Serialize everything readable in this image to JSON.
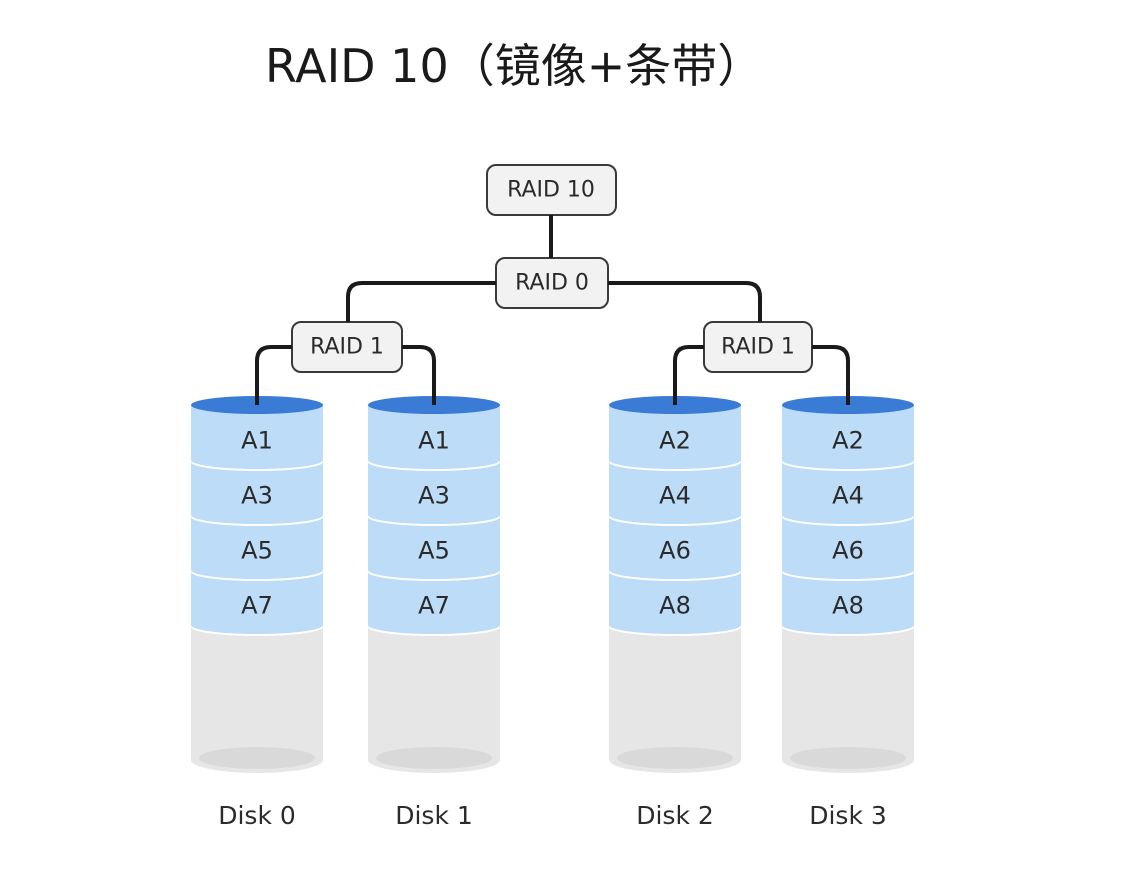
{
  "title": "RAID 10（镜像+条带）",
  "colors": {
    "disk_top": "#3a7bd5",
    "segment_fill": "#bcdcf7",
    "segment_separator": "#ffffff",
    "empty_body": "#e6e6e6",
    "empty_bottom": "#d9d9d9",
    "node_fill": "#f2f2f2",
    "node_stroke": "#3a3a3a",
    "connector": "#1a1a1a"
  },
  "tree": {
    "root": {
      "label": "RAID 10"
    },
    "stripe": {
      "label": "RAID 0"
    },
    "mirrors": [
      {
        "label": "RAID 1",
        "disks": [
          0,
          1
        ]
      },
      {
        "label": "RAID 1",
        "disks": [
          2,
          3
        ]
      }
    ]
  },
  "disks": [
    {
      "label": "Disk 0",
      "blocks": [
        "A1",
        "A3",
        "A5",
        "A7"
      ]
    },
    {
      "label": "Disk 1",
      "blocks": [
        "A1",
        "A3",
        "A5",
        "A7"
      ]
    },
    {
      "label": "Disk 2",
      "blocks": [
        "A2",
        "A4",
        "A6",
        "A8"
      ]
    },
    {
      "label": "Disk 3",
      "blocks": [
        "A2",
        "A4",
        "A6",
        "A8"
      ]
    }
  ]
}
